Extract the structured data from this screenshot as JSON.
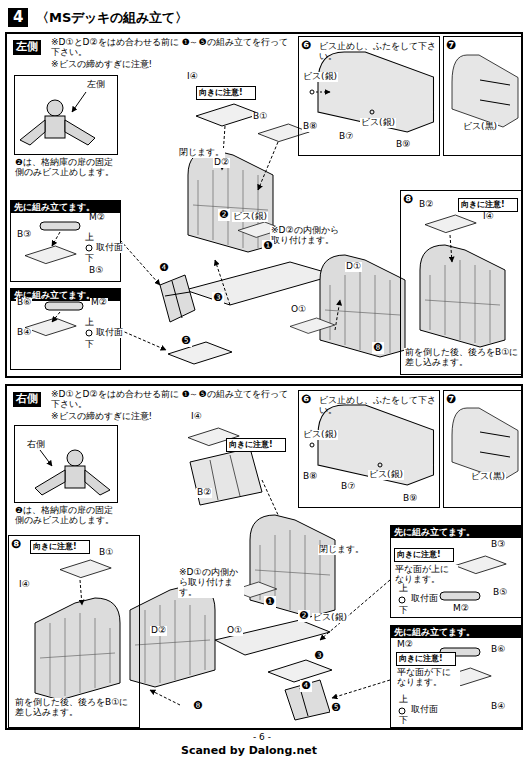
{
  "diagram": {
    "title": "〈MSデッキの組み立て〉",
    "nodes": [
      {
        "text": [
          "左側",
          "※D①とD②をはめ合わせる前に ❶～❺の組み立てを行って下さい。",
          "※ビスの締めすぎに注意!"
        ]
      },
      {
        "text": [
          "❷は、格納庫の扉の固定側のみビス止めします。"
        ],
        "in": 0
      },
      {
        "text": [
          "向きに注意!"
        ],
        "in": 0
      },
      {
        "text": [
          "先に組み立てます。"
        ],
        "in": 0
      },
      {
        "text": [
          "先に組み立てます。"
        ],
        "in": 0
      },
      {
        "text": [
          "❻",
          "ビス止めし、ふたをして下さい。"
        ],
        "in": 0
      },
      {
        "text": [
          "❼"
        ],
        "in": 0
      },
      {
        "text": [
          "❽"
        ],
        "in": 0
      },
      {
        "text": [
          "向きに注意!"
        ],
        "in": 7
      },
      {
        "text": [
          "右側",
          "※D①とD②をはめ合わせる前に ❶～❺の組み立てを行って下さい。",
          "※ビスの締めすぎに注意!"
        ]
      },
      {
        "text": [
          "❷は、格納庫の扉の固定側のみビス止めします。"
        ],
        "in": 9
      },
      {
        "text": [
          "向きに注意!"
        ],
        "in": 9
      },
      {
        "text": [
          "❻",
          "ビス止めし、ふたをして下さい。"
        ],
        "in": 9
      },
      {
        "text": [
          "❼"
        ],
        "in": 9
      },
      {
        "text": [
          "❽"
        ],
        "in": 9
      },
      {
        "text": [
          "向きに注意!"
        ],
        "in": 14
      },
      {
        "text": [
          "先に組み立てます。"
        ],
        "in": 9
      },
      {
        "text": [
          "向きに注意!"
        ],
        "in": 16
      },
      {
        "text": [
          "先に組み立てます。"
        ],
        "in": 9
      },
      {
        "text": [
          "向きに注意!"
        ],
        "in": 18
      }
    ],
    "labels": [
      "4",
      "左側",
      "I④",
      "B①",
      "閉じます。",
      "D②",
      "※D②の内側から取り付けます。",
      "❷",
      "ビス(銀)",
      "❶",
      "❹",
      "❸",
      "❺",
      "M②",
      "B③",
      "上",
      "取付面",
      "下",
      "B⑤",
      "B⑥",
      "M②",
      "上",
      "取付面",
      "下",
      "B④",
      "O①",
      "D①",
      "❽",
      "ビス(銀)",
      "B⑧",
      "B⑦",
      "ビス(銀)",
      "B⑨",
      "ビス(黒)",
      "B②",
      "I④",
      "前を倒した後、後ろをB①に差し込みます。",
      "右側",
      "I④",
      "B②",
      "閉じます。",
      "※D①の内側から取り付けます。",
      "❶",
      "❷",
      "ビス(銀)",
      "D②",
      "O①",
      "❸",
      "❹",
      "❺",
      "❽",
      "B①",
      "I④",
      "前を倒した後、後ろをB①に差し込みます。",
      "平な面が上になります。",
      "B③",
      "上",
      "取付面",
      "下",
      "M②",
      "B⑤",
      "M②",
      "平な面が下になります。",
      "B⑥",
      "上",
      "取付面",
      "下",
      "B④",
      "ビス(銀)",
      "B⑧",
      "B⑦",
      "ビス(銀)",
      "B⑨",
      "ビス(黒)",
      "- 6 -",
      "Scaned by Dalong.net"
    ]
  }
}
